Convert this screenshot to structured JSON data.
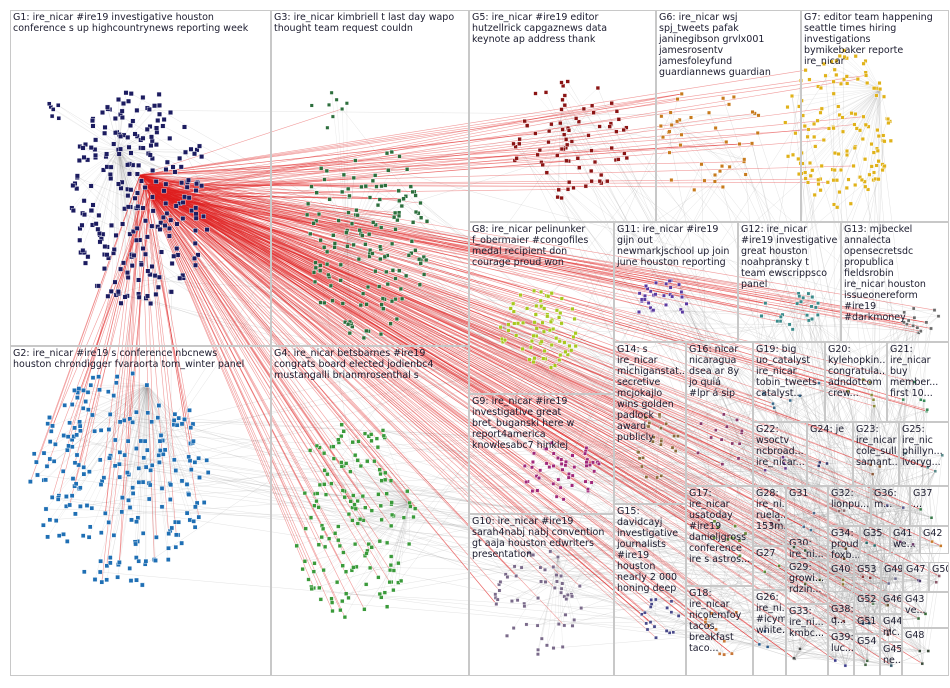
{
  "colors": {
    "background": "#ffffff",
    "box_border": "#c8c8c8",
    "edge_gray": "#9a9a9a",
    "edge_red": "#e02020",
    "label_text": "#1b1b2e"
  },
  "groups": [
    {
      "id": "G1",
      "color": "#1c1c60",
      "lines": [
        "G1: ire_nicar #ire19 investigative houston",
        "conference s up highcountrynews reporting week"
      ]
    },
    {
      "id": "G2",
      "color": "#1f6fb4",
      "lines": [
        "G2: ire_nicar #ire19 s conference nbcnews",
        "houston chrondigger fvaraorta tom_winter panel"
      ]
    },
    {
      "id": "G3",
      "color": "#2c6e3c",
      "lines": [
        "G3: ire_nicar kimbriell t last day wapo",
        "thought team request couldn"
      ]
    },
    {
      "id": "G4",
      "color": "#3a9a3a",
      "lines": [
        "G4: ire_nicar betsbarnes #ire19",
        "congrats board elected jodienbc4",
        "mustangalli brianmrosenthal s"
      ]
    },
    {
      "id": "G5",
      "color": "#8b1414",
      "lines": [
        "G5: ire_nicar #ire19 editor",
        "hutzellrick capgaznews data",
        "keynote ap address thank"
      ]
    },
    {
      "id": "G6",
      "color": "#c77a1c",
      "lines": [
        "G6: ire_nicar wsj",
        "spj_tweets pafak",
        "janinegibson grvlx001",
        "jamesrosentv",
        "jamesfoleyfund",
        "guardiannews guardian"
      ]
    },
    {
      "id": "G7",
      "color": "#e0b21a",
      "lines": [
        "G7: editor team happening",
        "seattle times hiring",
        "investigations",
        "bymikebaker reporte",
        "ire_nicar"
      ]
    },
    {
      "id": "G8",
      "color": "#a8c81e",
      "lines": [
        "G8: ire_nicar pelinunker",
        "f_obermaier #congofiles",
        "medal recipient don",
        "courage proud won"
      ]
    },
    {
      "id": "G9",
      "color": "#a0287a",
      "lines": [
        "G9: ire_nicar #ire19",
        "investigative great",
        "bret_buganski here w",
        "report4america",
        "knowlesabc7 hinklej"
      ]
    },
    {
      "id": "G10",
      "color": "#7a6a8a",
      "lines": [
        "G10: ire_nicar #ire19",
        "sarah4nabj nabj convention",
        "gt aaja houston edwriters",
        "presentation"
      ]
    },
    {
      "id": "G11",
      "color": "#5a3aa0",
      "lines": [
        "G11: ire_nicar #ire19",
        "gijn out",
        "newmarkjschool up join",
        "june houston reporting"
      ]
    },
    {
      "id": "G12",
      "color": "#3a8a8a",
      "lines": [
        "G12: ire_nicar",
        "#ire19 investigative",
        "great houston",
        "noahpransky t",
        "team ewscrippsco",
        "panel"
      ]
    },
    {
      "id": "G13",
      "color": "#6a6a6a",
      "lines": [
        "G13: mjbeckel",
        "annalecta",
        "opensecretsdc",
        "propublica",
        "fieldsrobin",
        "ire_nicar houston",
        "issueonereform",
        "#ire19",
        "#darkmoney"
      ]
    },
    {
      "id": "G14",
      "color": "#8a6a3a",
      "lines": [
        "G14: s",
        "ire_nicar",
        "michiganstat...",
        "secretive",
        "mcjokajlo",
        "wins golden",
        "padlock",
        "award",
        "publicly"
      ]
    },
    {
      "id": "G15",
      "color": "#4a4a8a",
      "lines": [
        "G15:",
        "davidcayj",
        "investigative",
        "journalists",
        "#ire19",
        "houston",
        "nearly 2 000",
        "honing deep"
      ]
    },
    {
      "id": "G16",
      "color": "#8a3a6a",
      "lines": [
        "G16: nicar",
        "nicaragua",
        "dsea  ar 8y",
        "jo quiá",
        "#lpr á sip"
      ]
    },
    {
      "id": "G17",
      "color": "#6a8a3a",
      "lines": [
        "G17:",
        "ire_nicar",
        "usatoday",
        "#ire19",
        "danieljgross",
        "conference",
        "ire s astros..."
      ]
    },
    {
      "id": "G18",
      "color": "#c8783a",
      "lines": [
        "G18:",
        "ire_nicar",
        "nicolemfoy",
        "tacos",
        "breakfast",
        "taco..."
      ]
    },
    {
      "id": "G19",
      "color": "#3a6a8a",
      "lines": [
        "G19: big",
        "uo_catalyst",
        "ire_nicar",
        "tobin_tweets",
        "catalyst..."
      ]
    },
    {
      "id": "G20",
      "color": "#8a8a3a",
      "lines": [
        "G20:",
        "kylehopkin...",
        "congratula...",
        "adndotcom",
        "crew..."
      ]
    },
    {
      "id": "G21",
      "color": "#3a8a5a",
      "lines": [
        "G21:",
        "ire_nicar",
        "buy",
        "member...",
        "first 10..."
      ]
    },
    {
      "id": "G22",
      "color": "#6a3a8a",
      "lines": [
        "G22:",
        "wsoctv",
        "ncbroad...",
        "ire_nicar..."
      ]
    },
    {
      "id": "G23",
      "color": "#8a5a3a",
      "lines": [
        "G23:",
        "ire_nicar",
        "cole_sull",
        "samant..."
      ]
    },
    {
      "id": "G24",
      "color": "#3a3a6a",
      "lines": [
        "G24: je"
      ]
    },
    {
      "id": "G25",
      "color": "#5a8a8a",
      "lines": [
        "G25:",
        "ire_nic",
        "phillyn...",
        "ivoryg..."
      ]
    },
    {
      "id": "G26",
      "color": "#2a5a8a",
      "lines": [
        "G26:",
        "ire_ni...",
        "#icymi",
        "white..."
      ]
    },
    {
      "id": "G27",
      "color": "#5a8a3a",
      "lines": [
        "G27"
      ]
    },
    {
      "id": "G28",
      "color": "#8a4a5a",
      "lines": [
        "G28:",
        "ire_ni...",
        "ruela...",
        "153m..."
      ]
    },
    {
      "id": "G29",
      "color": "#6a6a3a",
      "lines": [
        "G29:",
        "growi...",
        "rdzin..."
      ]
    },
    {
      "id": "G30",
      "color": "#3a5a3a",
      "lines": [
        "G30:",
        "ire_ni...",
        "#ire2..."
      ]
    },
    {
      "id": "G31",
      "color": "#4a6a8a",
      "lines": [
        "G31"
      ]
    },
    {
      "id": "G32",
      "color": "#8a6a6a",
      "lines": [
        "G32:",
        "lionpu..."
      ]
    },
    {
      "id": "G33",
      "color": "#4a4a4a",
      "lines": [
        "G33:",
        "ire_ni...",
        "kmbc..."
      ]
    },
    {
      "id": "G34",
      "color": "#6a4a2a",
      "lines": [
        "G34:",
        "proud",
        "foxb..."
      ]
    },
    {
      "id": "G35",
      "color": "#2a6a6a",
      "lines": [
        "G35"
      ]
    },
    {
      "id": "G36",
      "color": "#5a5a8a",
      "lines": [
        "G36:",
        "m..."
      ]
    },
    {
      "id": "G37",
      "color": "#3a7a4a",
      "lines": [
        "G37",
        "..."
      ]
    },
    {
      "id": "G38",
      "color": "#7a3a3a",
      "lines": [
        "G38:",
        "q..."
      ]
    },
    {
      "id": "G39",
      "color": "#3a3a8a",
      "lines": [
        "G39:",
        "luc..."
      ]
    },
    {
      "id": "G40",
      "color": "#8a7a3a",
      "lines": [
        "G40"
      ]
    },
    {
      "id": "G41",
      "color": "#6a3a6a",
      "lines": [
        "G41",
        "we..."
      ]
    },
    {
      "id": "G42",
      "color": "#c87a2a",
      "lines": [
        "G42"
      ]
    },
    {
      "id": "G43",
      "color": "#3a6a3a",
      "lines": [
        "G43",
        "ve..."
      ]
    },
    {
      "id": "G44",
      "color": "#5a3a3a",
      "lines": [
        "G44",
        "nic..."
      ]
    },
    {
      "id": "G45",
      "color": "#3a5a6a",
      "lines": [
        "G45",
        "ne..."
      ]
    },
    {
      "id": "G46",
      "color": "#6a5a3a",
      "lines": [
        "G46"
      ]
    },
    {
      "id": "G47",
      "color": "#4a3a6a",
      "lines": [
        "G47"
      ]
    },
    {
      "id": "G48",
      "color": "#3a4a3a",
      "lines": [
        "G48"
      ]
    },
    {
      "id": "G49",
      "color": "#6a6a8a",
      "lines": [
        "G49"
      ]
    },
    {
      "id": "G50",
      "color": "#8a5a6a",
      "lines": [
        "G50"
      ]
    },
    {
      "id": "G51",
      "color": "#2a4a6a",
      "lines": [
        "G51"
      ]
    },
    {
      "id": "G52",
      "color": "#6a8a6a",
      "lines": [
        "G52"
      ]
    },
    {
      "id": "G53",
      "color": "#8a3a3a",
      "lines": [
        "G53"
      ]
    },
    {
      "id": "G54",
      "color": "#4a6a4a",
      "lines": [
        "G54"
      ]
    }
  ]
}
